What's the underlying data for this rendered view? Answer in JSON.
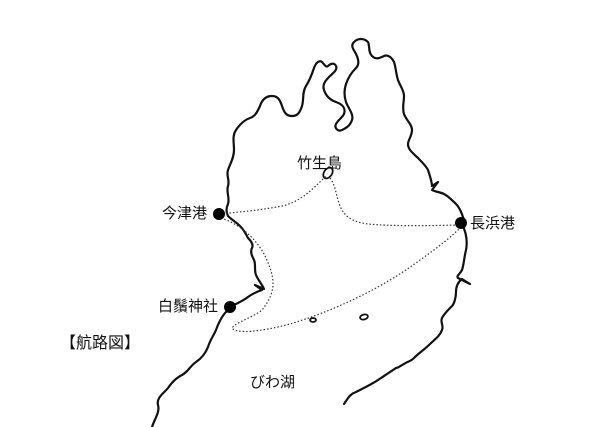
{
  "map": {
    "title": "【航路図】",
    "lake_label": "びわ湖",
    "colors": {
      "background": "#ffffff",
      "coastline": "#111111",
      "route": "#333333",
      "port_marker": "#000000"
    },
    "places": [
      {
        "id": "imazu",
        "name": "今津港",
        "type": "port",
        "marker": "filled-circle"
      },
      {
        "id": "chikubushima",
        "name": "竹生島",
        "type": "island",
        "marker": "island-outline"
      },
      {
        "id": "nagahama",
        "name": "長浜港",
        "type": "port",
        "marker": "filled-circle"
      },
      {
        "id": "shirahige",
        "name": "白鬚神社",
        "type": "shrine",
        "marker": "filled-circle"
      }
    ],
    "routes": [
      {
        "from": "今津港",
        "to": "竹生島",
        "style": "dotted"
      },
      {
        "from": "竹生島",
        "to": "長浜港",
        "style": "dotted"
      },
      {
        "from": "今津港",
        "to": "長浜港",
        "style": "dotted"
      },
      {
        "from": "白鬚神社",
        "to": "長浜港",
        "style": "dotted"
      }
    ]
  }
}
